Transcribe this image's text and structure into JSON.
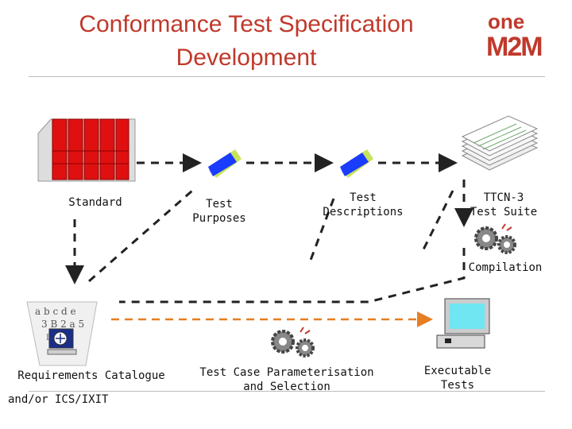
{
  "title": {
    "line1": "Conformance Test Specification",
    "line2": "Development"
  },
  "logo": {
    "top": "one",
    "bottom": "M2M"
  },
  "nodes": {
    "standard": "Standard",
    "test_purposes_1": "Test",
    "test_purposes_2": "Purposes",
    "test_descriptions_1": "Test",
    "test_descriptions_2": "Descriptions",
    "ttcn3_1": "TTCN-3",
    "ttcn3_2": "Test Suite",
    "compilation": "Compilation",
    "requirements_catalogue": "Requirements Catalogue",
    "ics_ixit": "and/or ICS/IXIT",
    "param_1": "Test Case Parameterisation",
    "param_2": "and Selection",
    "executable_1": "Executable",
    "executable_2": "Tests"
  },
  "colors": {
    "title": "#c0392b",
    "dashed_arrow": "#222222",
    "orange_arrow": "#e67e22",
    "book_red": "#e01010",
    "book_blue": "#1a3cff",
    "monitor_screen": "#6fe6f2"
  }
}
